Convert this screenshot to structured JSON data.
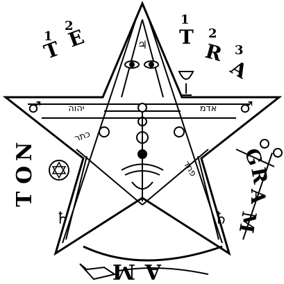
{
  "figure": {
    "word_left": [
      "T",
      "E"
    ],
    "word_left_numbers": [
      "1",
      "2"
    ],
    "word_right": [
      "T",
      "R",
      "A"
    ],
    "word_right_numbers": [
      "1",
      "2",
      "3"
    ],
    "word_gram": [
      "G",
      "R",
      "A",
      "M"
    ],
    "word_ma": [
      "M",
      "A"
    ],
    "word_ton": [
      "T",
      "O",
      "N"
    ],
    "hebrew_adam": "אדמ",
    "hebrew_yhvh": "יהוה",
    "hebrew_kether": "כתר",
    "hebrew_pachad": "פחד",
    "symbols": {
      "top": "♃",
      "left_arm": "♂",
      "right_arm": "♂",
      "bottom_left": "♄",
      "bottom_right": "♄"
    }
  },
  "colors": {
    "ink": "#000000",
    "paper": "#ffffff"
  }
}
